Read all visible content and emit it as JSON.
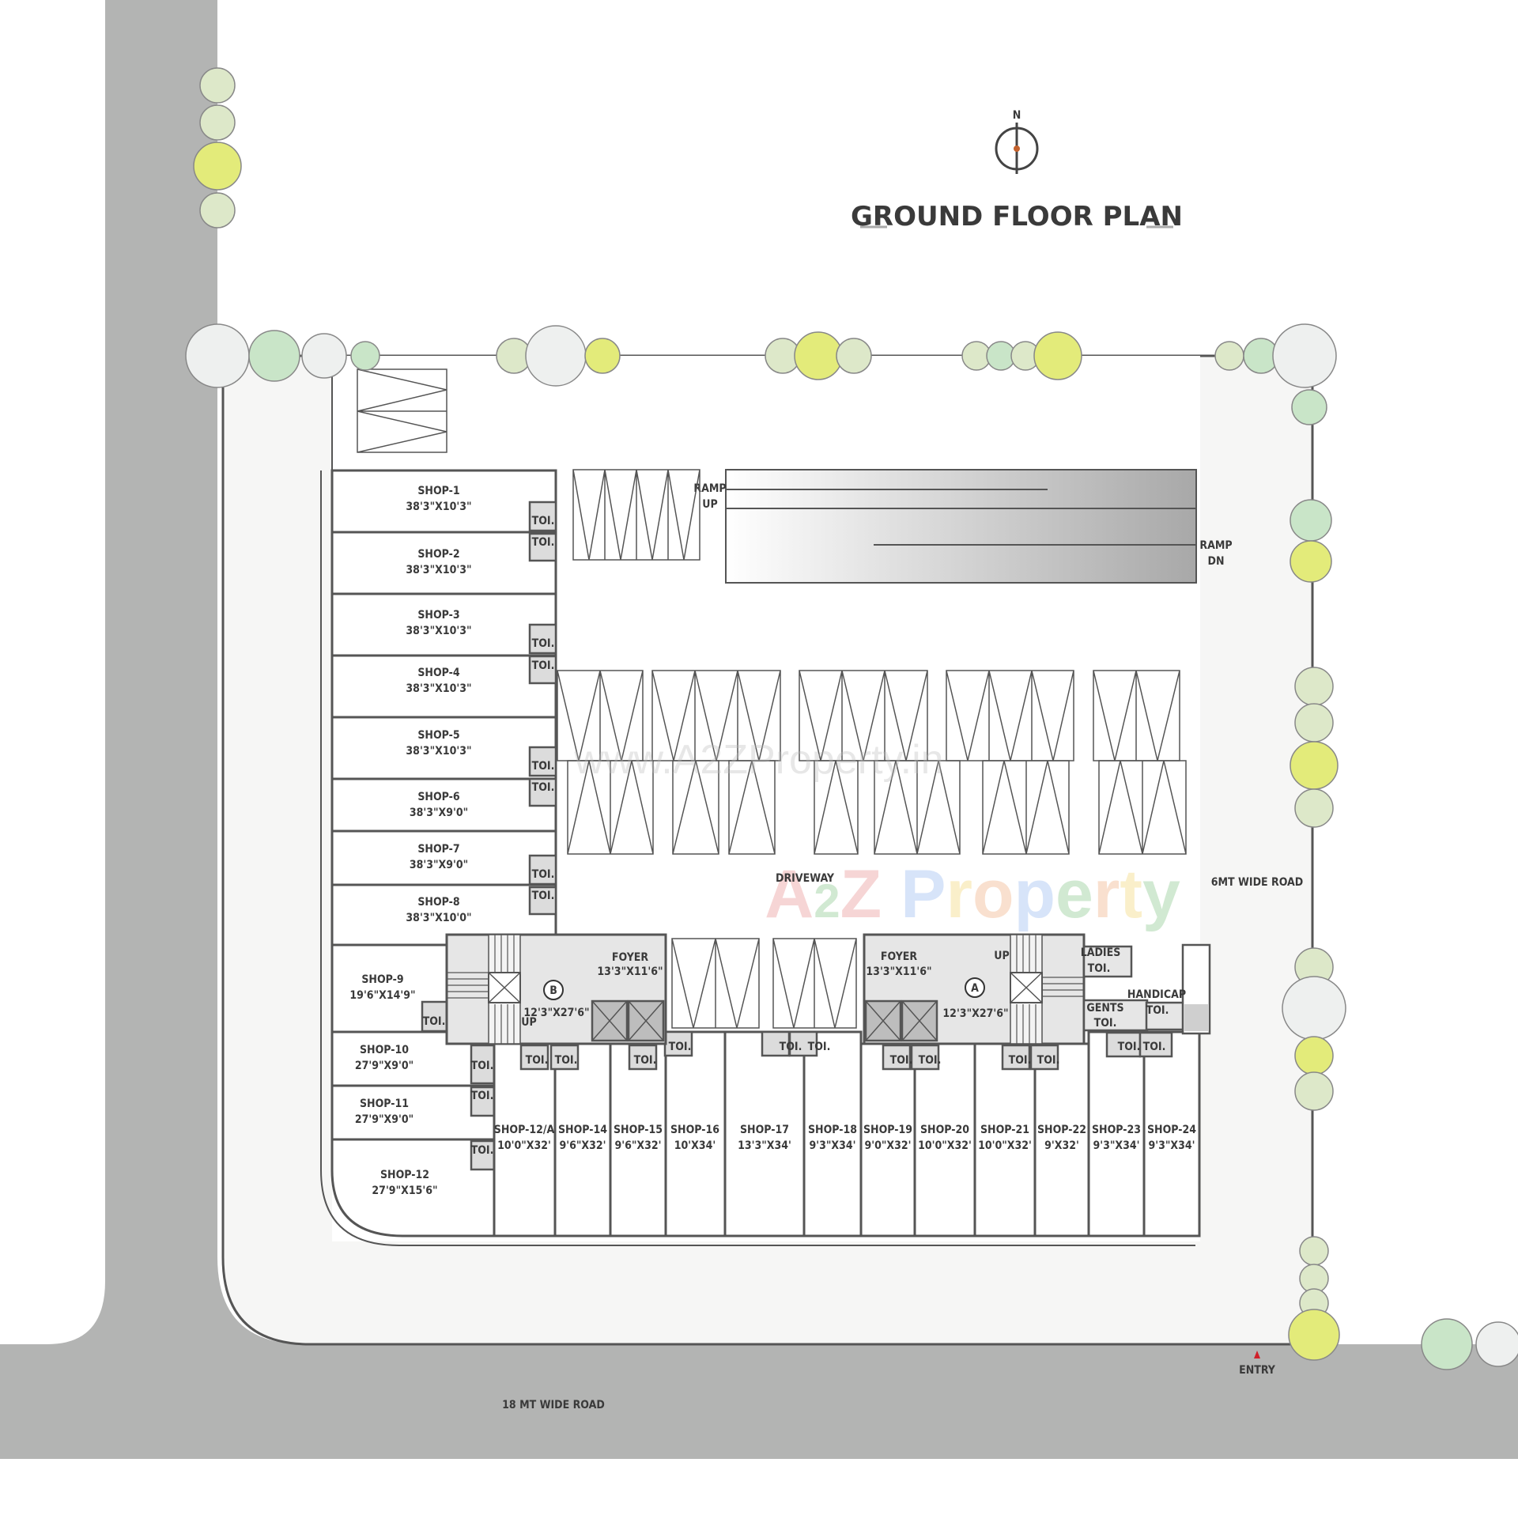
{
  "title": "GROUND FLOOR PLAN",
  "north_label": "N",
  "roads": {
    "main": "18 MT WIDE ROAD",
    "side": "6MT WIDE ROAD",
    "entry": "ENTRY"
  },
  "driveway": "DRIVEWAY",
  "ramps": {
    "up": [
      "RAMP",
      "UP"
    ],
    "down": [
      "RAMP",
      "DN"
    ]
  },
  "watermark": {
    "text": "A2Z Property",
    "url": "www.A2ZProperty.in"
  },
  "colors": {
    "road": "#b3b4b3",
    "tree_green": "#c9e5c8",
    "tree_yellow": "#e3eb7a",
    "wall": "#555555",
    "core": "#e6e6e6",
    "entry_arrow": "#d0202a"
  },
  "shops_left": [
    {
      "name": "SHOP-1",
      "size": "38'3\"X10'3\""
    },
    {
      "name": "SHOP-2",
      "size": "38'3\"X10'3\""
    },
    {
      "name": "SHOP-3",
      "size": "38'3\"X10'3\""
    },
    {
      "name": "SHOP-4",
      "size": "38'3\"X10'3\""
    },
    {
      "name": "SHOP-5",
      "size": "38'3\"X10'3\""
    },
    {
      "name": "SHOP-6",
      "size": "38'3\"X9'0\""
    },
    {
      "name": "SHOP-7",
      "size": "38'3\"X9'0\""
    },
    {
      "name": "SHOP-8",
      "size": "38'3\"X10'0\""
    },
    {
      "name": "SHOP-9",
      "size": "19'6\"X14'9\""
    },
    {
      "name": "SHOP-10",
      "size": "27'9\"X9'0\""
    },
    {
      "name": "SHOP-11",
      "size": "27'9\"X9'0\""
    },
    {
      "name": "SHOP-12",
      "size": "27'9\"X15'6\""
    }
  ],
  "shops_bottom": [
    {
      "name": "SHOP-12/A",
      "size": "10'0\"X32'"
    },
    {
      "name": "SHOP-14",
      "size": "9'6\"X32'"
    },
    {
      "name": "SHOP-15",
      "size": "9'6\"X32'"
    },
    {
      "name": "SHOP-16",
      "size": "10'X34'"
    },
    {
      "name": "SHOP-17",
      "size": "13'3\"X34'"
    },
    {
      "name": "SHOP-18",
      "size": "9'3\"X34'"
    },
    {
      "name": "SHOP-19",
      "size": "9'0\"X32'"
    },
    {
      "name": "SHOP-20",
      "size": "10'0\"X32'"
    },
    {
      "name": "SHOP-21",
      "size": "10'0\"X32'"
    },
    {
      "name": "SHOP-22",
      "size": "9'X32'"
    },
    {
      "name": "SHOP-23",
      "size": "9'3\"X34'"
    },
    {
      "name": "SHOP-24",
      "size": "9'3\"X34'"
    }
  ],
  "cores": {
    "b": {
      "tag": "B",
      "size": "12'3\"X27'6\"",
      "foyer": "FOYER",
      "foyer_size": "13'3\"X11'6\"",
      "up": "UP"
    },
    "a": {
      "tag": "A",
      "size": "12'3\"X27'6\"",
      "foyer": "FOYER",
      "foyer_size": "13'3\"X11'6\"",
      "up": "UP"
    }
  },
  "toilets": {
    "toi": "TOI.",
    "ladies": "LADIES",
    "gents": "GENTS",
    "handicap": "HANDICAP"
  }
}
